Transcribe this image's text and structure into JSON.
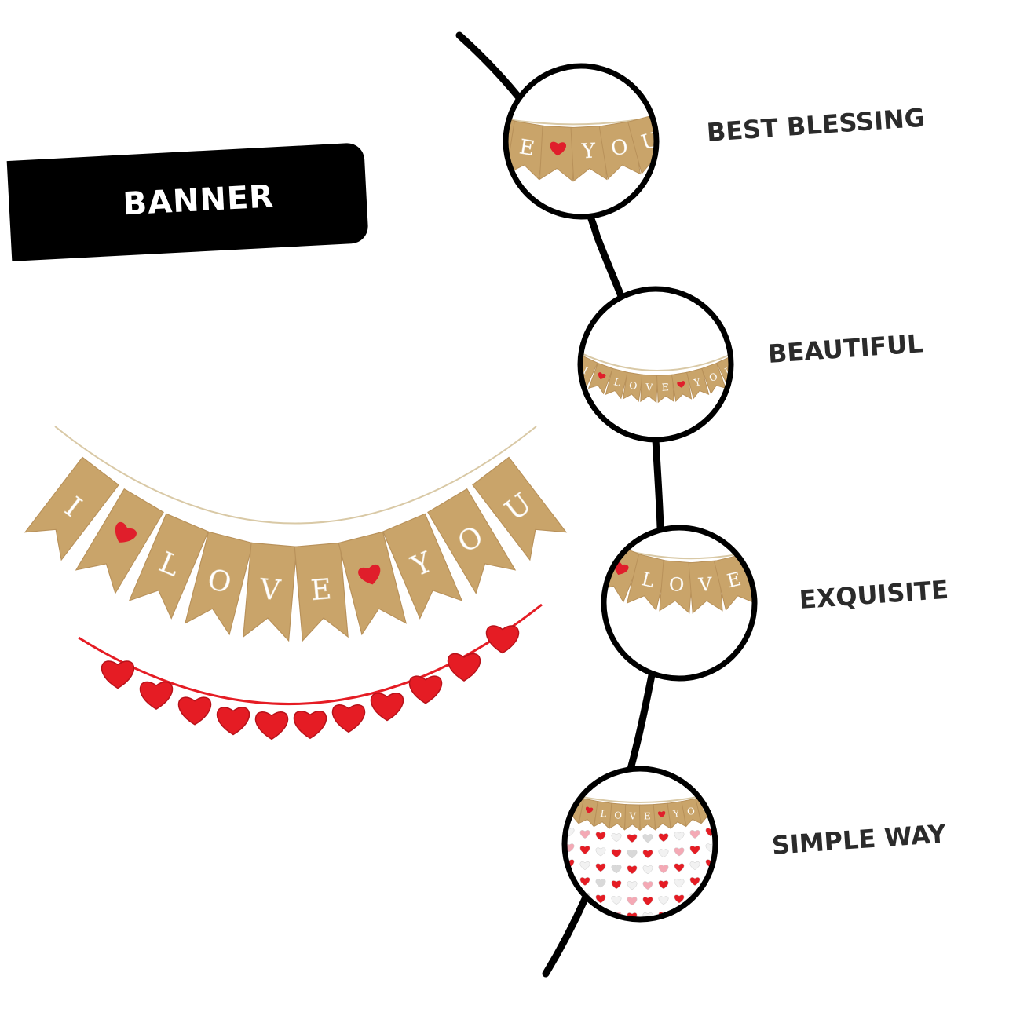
{
  "title": "BANNER",
  "banner_letters": [
    "I",
    "♥",
    "L",
    "O",
    "V",
    "E",
    "♥",
    "Y",
    "O",
    "U"
  ],
  "features": [
    {
      "label": "BEST BLESSING",
      "icon": "burlap-banner-closeup-icon"
    },
    {
      "label": "BEAUTIFUL",
      "icon": "burlap-banner-full-icon"
    },
    {
      "label": "EXQUISITE",
      "icon": "burlap-banner-love-icon"
    },
    {
      "label": "SIMPLE WAY",
      "icon": "heart-garland-set-icon"
    }
  ],
  "colors": {
    "burlap": "#c9a46a",
    "burlap_dark": "#b8915a",
    "heart_red": "#e01e2b",
    "felt_red": "#e51c24",
    "badge": "#000000",
    "text": "#2b2b2b"
  }
}
